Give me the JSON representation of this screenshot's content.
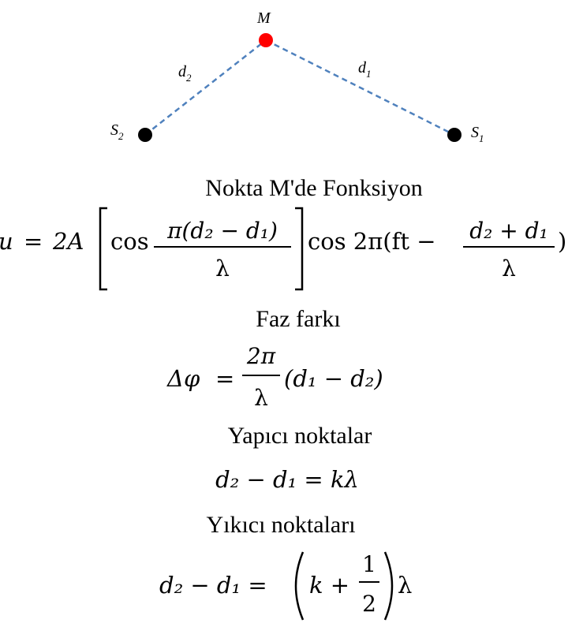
{
  "diagram": {
    "point_m_label": "M",
    "source_s2_label": "S",
    "source_s2_sub": "2",
    "source_s1_label": "S",
    "source_s1_sub": "1",
    "d2_label": "d",
    "d2_sub": "2",
    "d1_label": "d",
    "d1_sub": "1",
    "colors": {
      "point_m": "#ff0000",
      "sources": "#000000",
      "dashed_lines": "#4f81bd"
    }
  },
  "sections": {
    "function_title": "Nokta M'de Fonksiyon",
    "phase_title": "Faz farkı",
    "constructive_title": "Yapıcı noktalar",
    "destructive_title": "Yıkıcı noktaları"
  },
  "equations": {
    "wave": {
      "lhs": "u",
      "eq": "=",
      "amp": "2A",
      "cos1": "cos",
      "num1": "π(d₂ − d₁)",
      "den1": "λ",
      "cos2": "cos 2π(ft −",
      "num2": "d₂ + d₁",
      "den2": "λ",
      "close": ")"
    },
    "phase": {
      "lhs": "Δφ",
      "eq": "=",
      "num": "2π",
      "den": "λ",
      "rest": "(d₁ − d₂)"
    },
    "constructive": {
      "text": "d₂ − d₁ = kλ"
    },
    "destructive": {
      "lhs": "d₂ − d₁ =",
      "k_part": "k +",
      "num": "1",
      "den": "2",
      "lambda": "λ"
    }
  }
}
